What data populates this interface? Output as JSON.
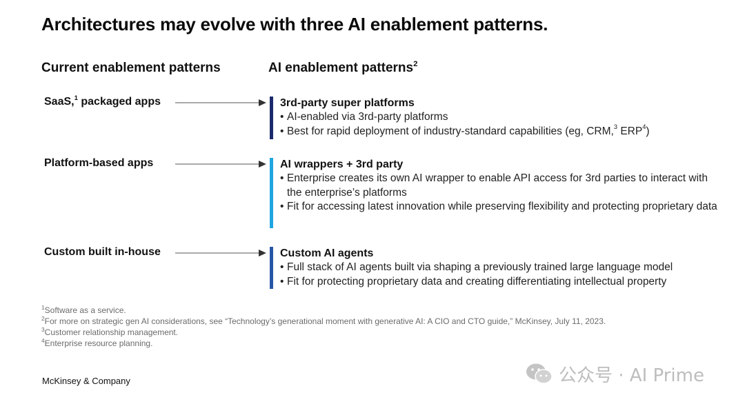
{
  "title": "Architectures may evolve with three AI enablement patterns.",
  "columns": {
    "current": "Current enablement patterns",
    "ai": "AI enablement patterns",
    "ai_sup": "2"
  },
  "rows": [
    {
      "label": "SaaS,",
      "label_sup": "1",
      "label_rest": " packaged apps",
      "bar_color": "#1a2a6c",
      "pattern_title": "3rd-party super platforms",
      "bullets": [
        "AI-enabled via 3rd-party platforms",
        "Best for rapid deployment of industry-standard capabilities (eg, CRM,|3| ERP|4|)"
      ]
    },
    {
      "label": "Platform-based apps",
      "bar_color": "#1fa6e0",
      "pattern_title": "AI wrappers + 3rd party",
      "bullets": [
        "Enterprise creates its own AI wrapper to enable API access for 3rd parties to interact with the enterprise’s platforms",
        "Fit for accessing latest innovation while preserving flexibility and protecting proprietary data"
      ]
    },
    {
      "label": "Custom built in-house",
      "bar_color": "#2756a6",
      "pattern_title": "Custom AI agents",
      "bullets": [
        "Full stack of AI agents built via shaping a previously trained large language model",
        "Fit for protecting proprietary data and creating differentiating intellectual property"
      ]
    }
  ],
  "footnotes": [
    {
      "num": "1",
      "text": "Software as a service."
    },
    {
      "num": "2",
      "text": "For more on strategic gen AI considerations, see “Technology’s generational moment with generative AI: A CIO and CTO guide,” McKinsey, July 11, 2023."
    },
    {
      "num": "3",
      "text": "Customer relationship management."
    },
    {
      "num": "4",
      "text": "Enterprise resource planning."
    }
  ],
  "brand": "McKinsey & Company",
  "watermark": "公众号 · AI Prime",
  "colors": {
    "arrow": "#777777",
    "footnote": "#6b6b6b",
    "watermark": "#bdbdbd"
  },
  "icons": {
    "arrow": "arrow-right-icon",
    "watermark": "wechat-icon"
  }
}
